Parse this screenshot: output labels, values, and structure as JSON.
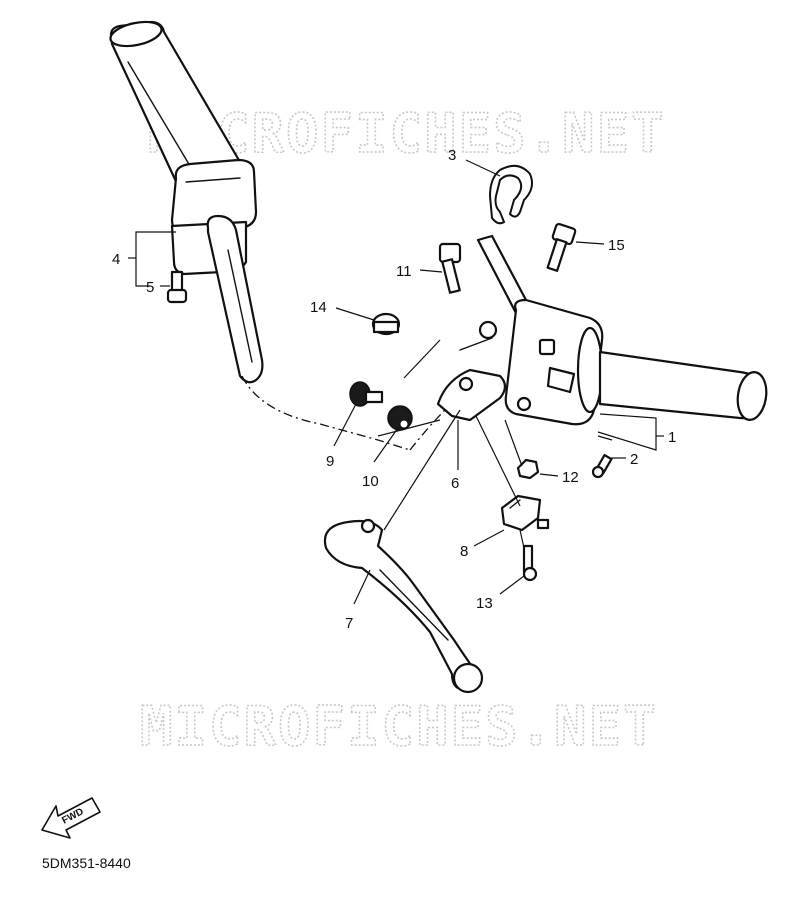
{
  "watermark": "MICROFICHES.NET",
  "diagram_code": "5DM351-8440",
  "direction_label": "FWD",
  "callouts": {
    "c1": "1",
    "c2": "2",
    "c3": "3",
    "c4": "4",
    "c5": "5",
    "c6": "6",
    "c7": "7",
    "c8": "8",
    "c9": "9",
    "c10": "10",
    "c11": "11",
    "c12": "12",
    "c13": "13",
    "c14": "14",
    "c15": "15"
  }
}
